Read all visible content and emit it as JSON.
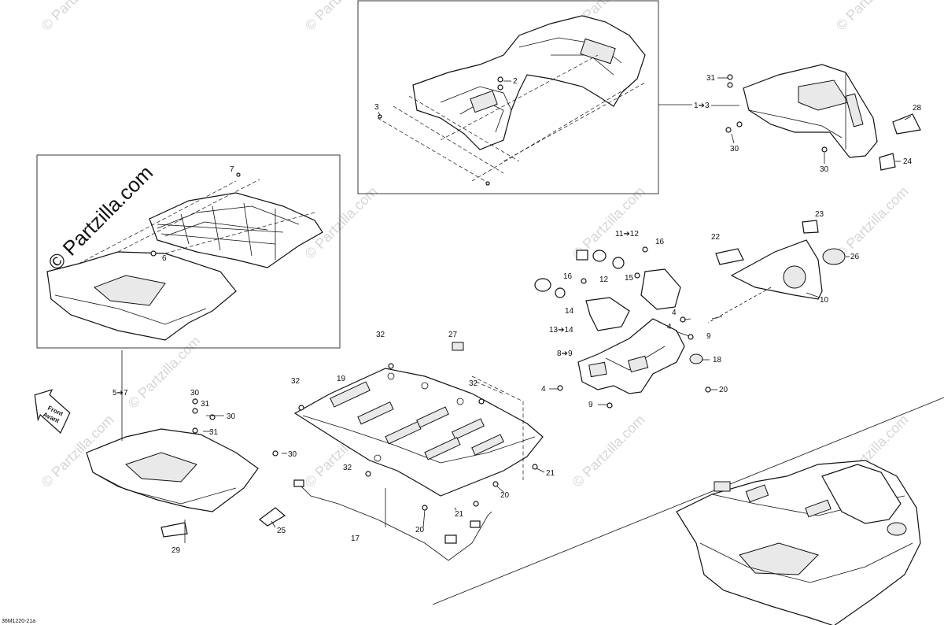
{
  "brand_text": "© Partzilla.com",
  "watermark_text": "© Partzilla.com",
  "drawing_code": "36M1220-21a",
  "front_arrow": {
    "line1": "Front",
    "line2": "Avant"
  },
  "callouts": [
    {
      "id": "c31a",
      "label": "31"
    },
    {
      "id": "c1to3",
      "label": "1➔3"
    },
    {
      "id": "c28",
      "label": "28"
    },
    {
      "id": "c30a",
      "label": "30"
    },
    {
      "id": "c30b",
      "label": "30"
    },
    {
      "id": "c24",
      "label": "24"
    },
    {
      "id": "c2",
      "label": "2"
    },
    {
      "id": "c3",
      "label": "3"
    },
    {
      "id": "c7",
      "label": "7"
    },
    {
      "id": "c6",
      "label": "6"
    },
    {
      "id": "c23",
      "label": "23"
    },
    {
      "id": "c22",
      "label": "22"
    },
    {
      "id": "c26",
      "label": "26"
    },
    {
      "id": "c10",
      "label": "10"
    },
    {
      "id": "c11to12",
      "label": "11➔12"
    },
    {
      "id": "c16a",
      "label": "16"
    },
    {
      "id": "c16b",
      "label": "16"
    },
    {
      "id": "c12",
      "label": "12"
    },
    {
      "id": "c15",
      "label": "15"
    },
    {
      "id": "c14",
      "label": "14"
    },
    {
      "id": "c13to14",
      "label": "13➔14"
    },
    {
      "id": "c4a",
      "label": "4"
    },
    {
      "id": "c4b",
      "label": "4"
    },
    {
      "id": "c9a",
      "label": "9"
    },
    {
      "id": "c8to9",
      "label": "8➔9"
    },
    {
      "id": "c18",
      "label": "18"
    },
    {
      "id": "c4c",
      "label": "4"
    },
    {
      "id": "c20a",
      "label": "20"
    },
    {
      "id": "c9b",
      "label": "9"
    },
    {
      "id": "c27",
      "label": "27"
    },
    {
      "id": "c32a",
      "label": "32"
    },
    {
      "id": "c32b",
      "label": "32"
    },
    {
      "id": "c32c",
      "label": "32"
    },
    {
      "id": "c32d",
      "label": "32"
    },
    {
      "id": "c19",
      "label": "19"
    },
    {
      "id": "c5to7",
      "label": "5➔7"
    },
    {
      "id": "c30c",
      "label": "30"
    },
    {
      "id": "c31b",
      "label": "31"
    },
    {
      "id": "c30d",
      "label": "30"
    },
    {
      "id": "c31c",
      "label": "31"
    },
    {
      "id": "c30e",
      "label": "30"
    },
    {
      "id": "c21a",
      "label": "21"
    },
    {
      "id": "c20b",
      "label": "20"
    },
    {
      "id": "c21b",
      "label": "21"
    },
    {
      "id": "c20c",
      "label": "20"
    },
    {
      "id": "c17",
      "label": "17"
    },
    {
      "id": "c25",
      "label": "25"
    },
    {
      "id": "c29",
      "label": "29"
    }
  ]
}
